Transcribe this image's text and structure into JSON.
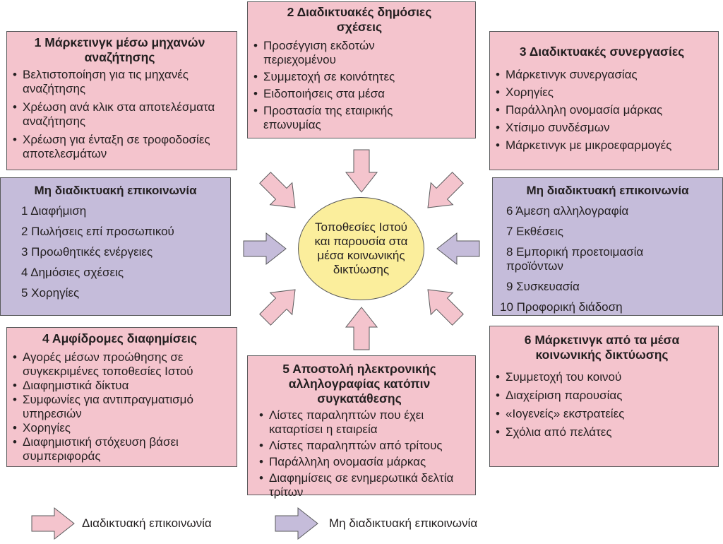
{
  "colors": {
    "pink": "#f4c4cd",
    "purple": "#c5bcda",
    "center": "#fbee9c",
    "border": "#58595b"
  },
  "center": {
    "text": "Τοποθεσίες Ιστού και παρουσία στα μέσα κοινωνικής δικτύωσης"
  },
  "box1": {
    "title": "1  Μάρκετινγκ μέσω μηχανών αναζήτησης",
    "items": [
      "Βελτιστοποίηση για τις μηχανές αναζήτησης",
      "Χρέωση ανά κλικ στα αποτελέσματα αναζήτησης",
      "Χρέωση για ένταξη σε τροφοδοσίες αποτελεσμάτων"
    ]
  },
  "box2": {
    "title": "2  Διαδικτυακές δημόσιες σχέσεις",
    "items": [
      "Προσέγγιση εκδοτών περιεχομένου",
      "Συμμετοχή σε κοινότητες",
      "Ειδοποιήσεις στα μέσα",
      "Προστασία της εταιρικής επωνυμίας"
    ]
  },
  "box3": {
    "title": "3  Διαδικτυακές συνεργασίες",
    "items": [
      "Μάρκετινγκ συνεργασίας",
      "Χορηγίες",
      "Παράλληλη ονομασία μάρκας",
      "Χτίσιμο συνδέσμων",
      "Μάρκετινγκ με μικροεφαρμογές"
    ]
  },
  "offline_left": {
    "title": "Μη διαδικτυακή επικοινωνία",
    "items": [
      "1 Διαφήμιση",
      "2 Πωλήσεις επί προσωπικού",
      "3 Προωθητικές ενέργειες",
      "4 Δημόσιες σχέσεις",
      "5 Χορηγίες"
    ]
  },
  "offline_right": {
    "title": "Μη διαδικτυακή επικοινωνία",
    "items": [
      "6 Άμεση αλληλογραφία",
      "7 Εκθέσεις",
      "8 Εμπορική προετοιμασία προϊόντων",
      "9 Συσκευασία",
      "10 Προφορική διάδοση"
    ]
  },
  "box4": {
    "title": "4  Αμφίδρομες διαφημίσεις",
    "items": [
      "Αγορές μέσων προώθησης σε συγκεκριμένες τοποθεσίες Ιστού",
      "Διαφημιστικά δίκτυα",
      "Συμφωνίες για αντιπραγματισμό υπηρεσιών",
      "Χορηγίες",
      "Διαφημιστική στόχευση βάσει συμπεριφοράς"
    ]
  },
  "box5": {
    "title": "5  Αποστολή ηλεκτρονικής αλληλογραφίας κατόπιν συγκατάθεσης",
    "items": [
      "Λίστες παραληπτών που έχει καταρτίσει η εταιρεία",
      "Λίστες παραληπτών από τρίτους",
      "Παράλληλη ονομασία μάρκας",
      "Διαφημίσεις σε ενημερωτικά δελτία τρίτων"
    ]
  },
  "box6": {
    "title": "6  Μάρκετινγκ από τα μέσα κοινωνικής δικτύωσης",
    "items": [
      "Συμμετοχή του κοινού",
      "Διαχείριση παρουσίας",
      "«Ιογενείς» εκστρατείες",
      "Σχόλια από πελάτες"
    ]
  },
  "legend": {
    "online": "Διαδικτυακή επικοινωνία",
    "offline": "Μη διαδικτυακή επικοινωνία"
  }
}
